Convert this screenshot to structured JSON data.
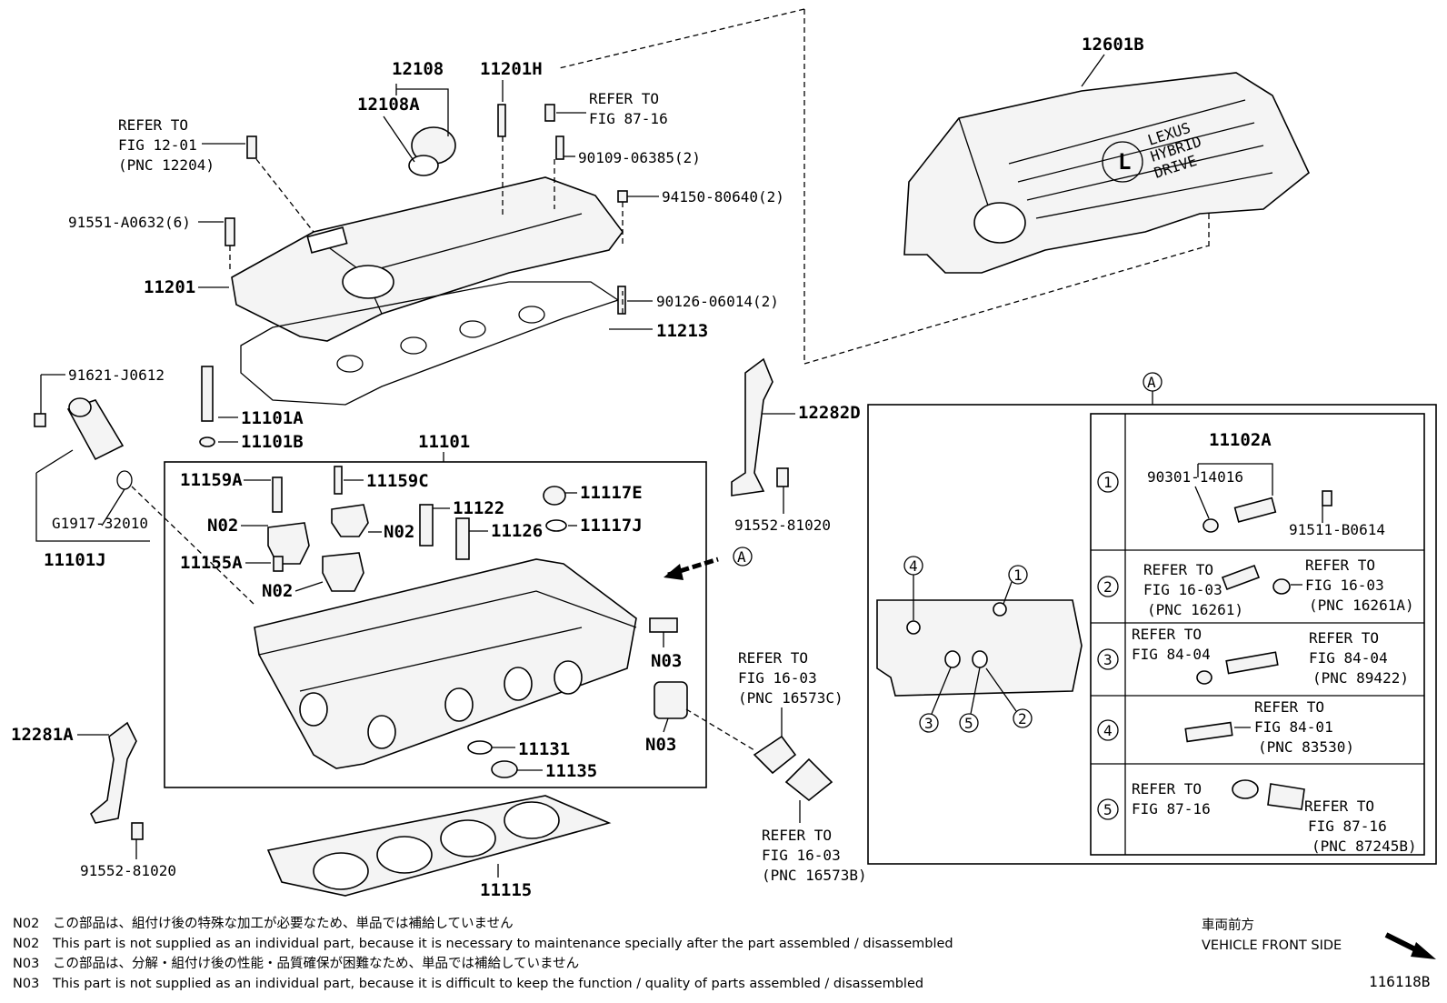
{
  "labels": {
    "p12108": "12108",
    "p12108A": "12108A",
    "p11201H": "11201H",
    "p12601B": "12601B",
    "refer_87_16_a": "REFER TO",
    "refer_87_16_b": "FIG 87-16",
    "p90109": "90109-06385(2)",
    "refer_12_01_a": "REFER TO",
    "refer_12_01_b": "FIG 12-01",
    "refer_12_01_c": "(PNC 12204)",
    "p94150": "94150-80640(2)",
    "p91551": "91551-A0632(6)",
    "p11201": "11201",
    "p90126": "90126-06014(2)",
    "p11213": "11213",
    "p91621": "91621-J0612",
    "p11101A": "11101A",
    "p11101B": "11101B",
    "p12282D": "12282D",
    "p11101": "11101",
    "p11159A": "11159A",
    "p11159C": "11159C",
    "p11117E": "11117E",
    "p11122": "11122",
    "n02_a": "N02",
    "n02_b": "N02",
    "n02_c": "N02",
    "p11126": "11126",
    "p11117J": "11117J",
    "pG1917": "G1917-32010",
    "p11101J": "11101J",
    "p11155A": "11155A",
    "p91552_a": "91552-81020",
    "n03_a": "N03",
    "n03_b": "N03",
    "refer_16_03_c_a": "REFER TO",
    "refer_16_03_c_b": "FIG 16-03",
    "refer_16_03_c_c": "(PNC 16573C)",
    "p12281A": "12281A",
    "p11131": "11131",
    "p11135": "11135",
    "p91552_b": "91552-81020",
    "p11115": "11115",
    "refer_16_03_b_a": "REFER TO",
    "refer_16_03_b_b": "FIG 16-03",
    "refer_16_03_b_c": "(PNC 16573B)",
    "callout_a": "A",
    "callout_a2": "A",
    "fig_number": "116118B"
  },
  "detail": {
    "row1": {
      "num": "1",
      "part": "11102A",
      "sub1": "90301-14016",
      "sub2": "91511-B0614"
    },
    "row2": {
      "num": "2",
      "l1": "REFER TO",
      "l2": "FIG 16-03",
      "l3": "(PNC 16261)",
      "r1": "REFER TO",
      "r2": "FIG 16-03",
      "r3": "(PNC 16261A)"
    },
    "row3": {
      "num": "3",
      "l1": "REFER TO",
      "l2": "FIG 84-04",
      "r1": "REFER TO",
      "r2": "FIG 84-04",
      "r3": "(PNC 89422)"
    },
    "row4": {
      "num": "4",
      "r1": "REFER TO",
      "r2": "FIG 84-01",
      "r3": "(PNC 83530)"
    },
    "row5": {
      "num": "5",
      "l1": "REFER TO",
      "l2": "FIG 87-16",
      "r1": "REFER TO",
      "r2": "FIG 87-16",
      "r3": "(PNC 87245B)"
    },
    "block_callouts": [
      "4",
      "1",
      "3",
      "5",
      "2"
    ]
  },
  "cover_text": {
    "line1": "LEXUS",
    "line2": "HYBRID",
    "line3": "DRIVE"
  },
  "notes": [
    {
      "code": "N02",
      "text": "この部品は、組付け後の特殊な加工が必要なため、単品では補給していません"
    },
    {
      "code": "N02",
      "text": "This part is not supplied as an individual part, because it is necessary to maintenance specially after the part assembled / disassembled"
    },
    {
      "code": "N03",
      "text": "この部品は、分解・組付け後の性能・品質確保が困難なため、単品では補給していません"
    },
    {
      "code": "N03",
      "text": "This part is not supplied as an individual part, because it is difficult to keep the function / quality of parts  assembled / disassembled"
    }
  ],
  "vehicle_front": {
    "jp": "車両前方",
    "en": "VEHICLE FRONT SIDE"
  }
}
